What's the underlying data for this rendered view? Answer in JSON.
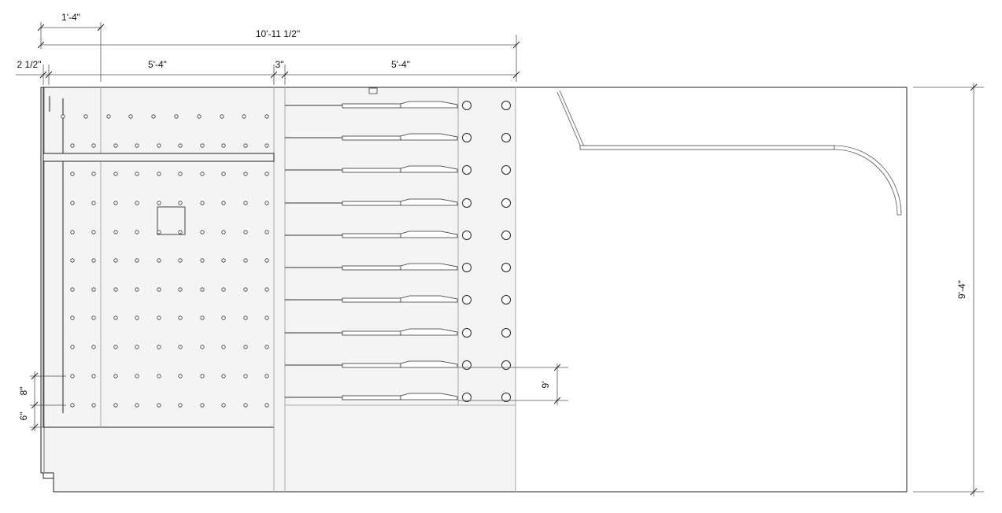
{
  "dimensions": {
    "top_left_width": "1'-4\"",
    "overall_width": "10'-11 1/2\"",
    "left_offset": "2 1/2\"",
    "left_section_width": "5'-4\"",
    "gap_width": "3\"",
    "right_section_width": "5'-4\"",
    "overall_height": "9'-4\"",
    "row_spacing": "8\"",
    "bottom_offset": "6\"",
    "lane_spacing": "9'"
  },
  "colors": {
    "floor_fill": "#f4f4f4",
    "line": "#222222",
    "grid_line": "#b0b0b0"
  }
}
